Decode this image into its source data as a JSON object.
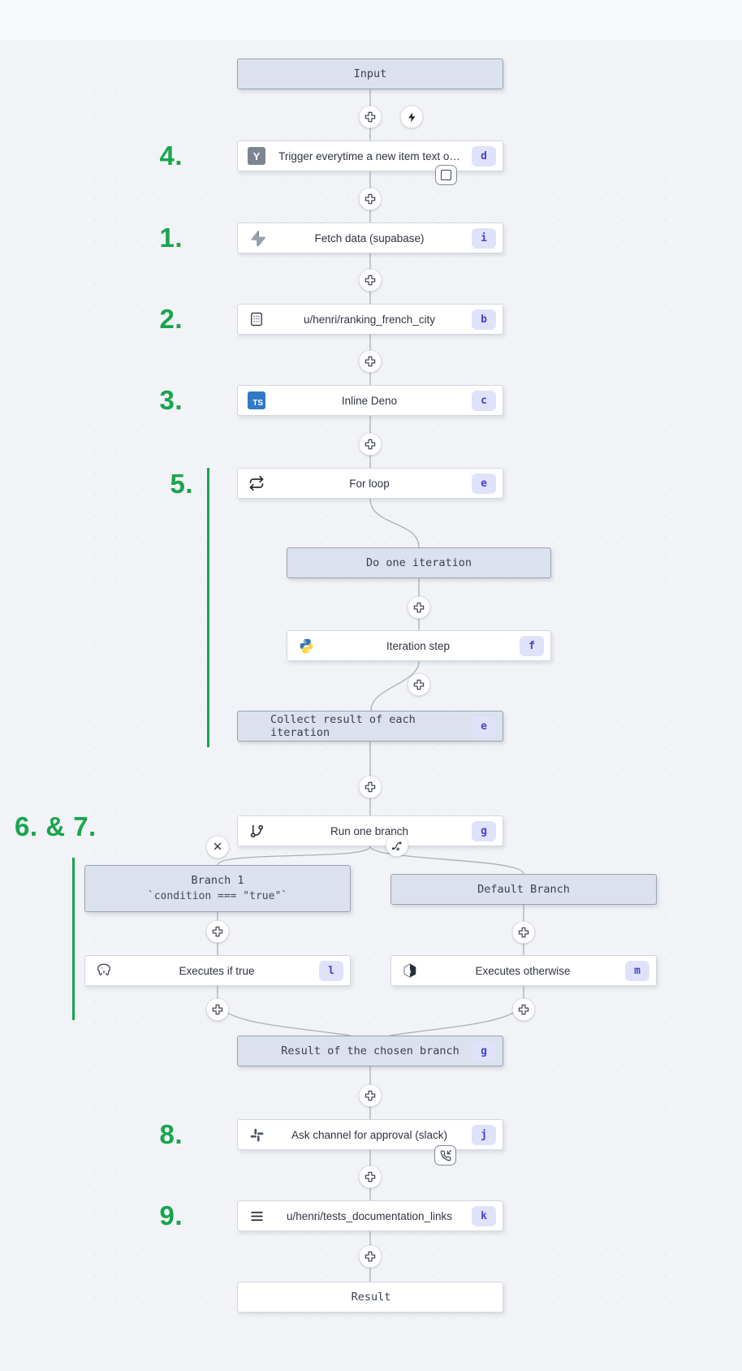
{
  "colors": {
    "canvas_bg": "#f1f3f6",
    "page_bg": "#f6f8fa",
    "node_bg": "#ffffff",
    "node_border": "#d3d7de",
    "virtual_box_bg": "#dce2ed",
    "virtual_box_border": "#98a2b5",
    "badge_bg": "#e0e2fb",
    "badge_text": "#4743cb",
    "connector": "#a9afba",
    "annotation_green": "#17a54d",
    "ts_icon_blue": "#3178c6",
    "python_blue": "#3776ab",
    "python_yellow": "#ffd43b"
  },
  "annotations": {
    "a1": "1.",
    "a2": "2.",
    "a3": "3.",
    "a4": "4.",
    "a5": "5.",
    "a67": "6. & 7.",
    "a8": "8.",
    "a9": "9."
  },
  "nodes": {
    "input": {
      "label": "Input",
      "icon": "input-box"
    },
    "trigger": {
      "label": "Trigger everytime a new item text o…",
      "badge": "d",
      "icon": "hacker-news-icon"
    },
    "fetch": {
      "label": "Fetch data (supabase)",
      "badge": "i",
      "icon": "supabase-icon"
    },
    "ranking": {
      "label": "u/henri/ranking_french_city",
      "badge": "b",
      "icon": "grid-keypad-icon"
    },
    "inline_deno": {
      "label": "Inline Deno",
      "badge": "c",
      "icon": "typescript-icon"
    },
    "for_loop": {
      "label": "For loop",
      "badge": "e",
      "icon": "repeat-icon"
    },
    "do_iteration": {
      "label": "Do one iteration"
    },
    "iteration_step": {
      "label": "Iteration step",
      "badge": "f",
      "icon": "python-icon"
    },
    "collect": {
      "label": "Collect result of each iteration",
      "badge": "e"
    },
    "run_branch": {
      "label": "Run one branch",
      "badge": "g",
      "icon": "git-branch-icon"
    },
    "branch1": {
      "title": "Branch 1",
      "condition": "`condition === \"true\"`"
    },
    "default_branch": {
      "label": "Default Branch"
    },
    "exec_true": {
      "label": "Executes if true",
      "badge": "l",
      "icon": "postgresql-icon"
    },
    "exec_otherwise": {
      "label": "Executes otherwise",
      "badge": "m",
      "icon": "bash-icon"
    },
    "chosen_result": {
      "label": "Result of the chosen branch",
      "badge": "g"
    },
    "ask_approval": {
      "label": "Ask channel for approval (slack)",
      "badge": "j",
      "icon": "slack-icon"
    },
    "tests_links": {
      "label": "u/henri/tests_documentation_links",
      "badge": "k",
      "icon": "menu-lines-icon"
    },
    "result": {
      "label": "Result"
    }
  },
  "controls": {
    "add_step": "plus-icon",
    "add_trigger": "lightning-icon",
    "remove_branch": "x-icon",
    "add_branch": "branch-plus-icon",
    "early_stop": "square-stop-icon",
    "suspend": "phone-incoming-icon"
  }
}
